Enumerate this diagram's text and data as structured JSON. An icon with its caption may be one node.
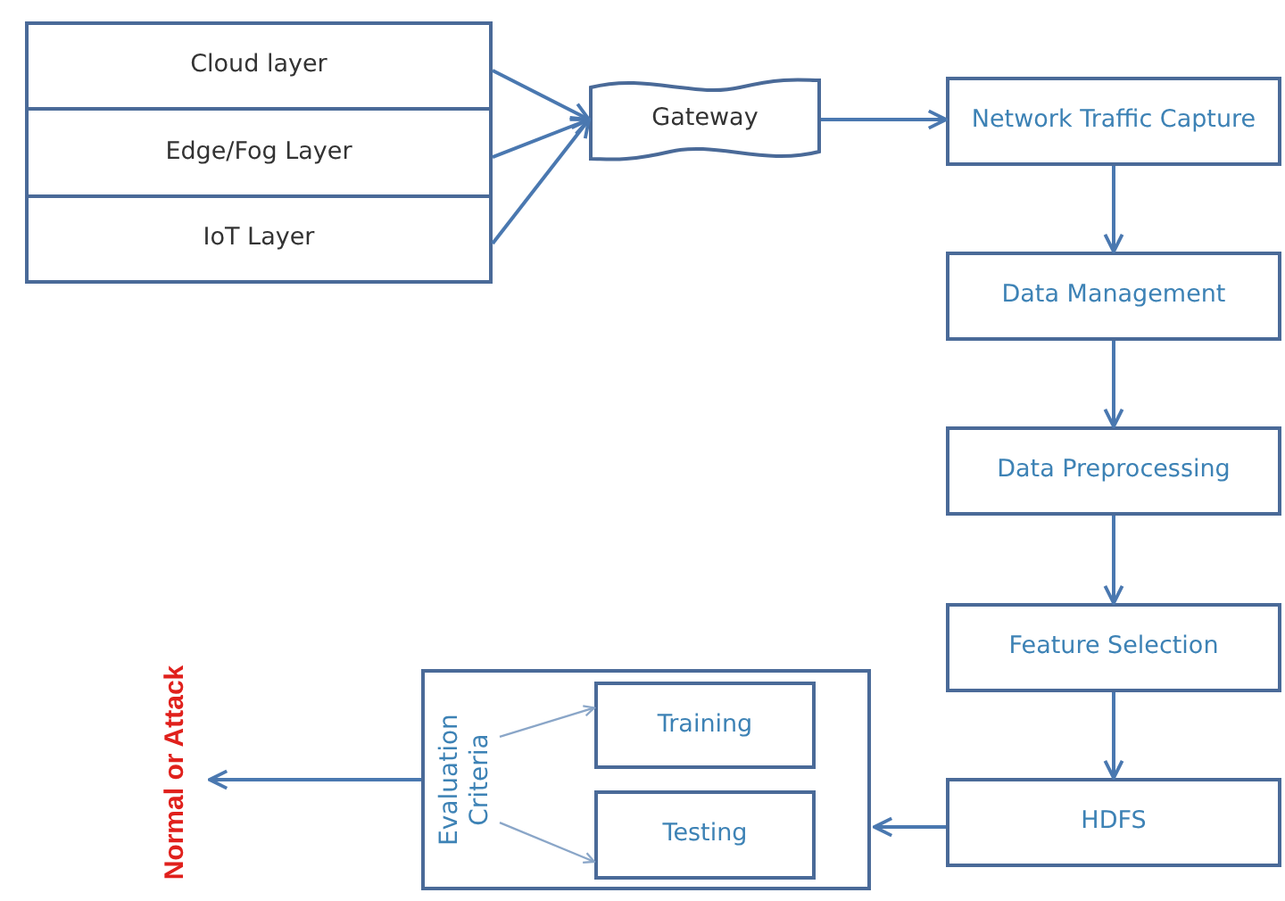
{
  "diagram": {
    "nodes": [
      {
        "text": [
          "Cloud layer"
        ]
      },
      {
        "text": [
          "Edge/Fog Layer"
        ]
      },
      {
        "text": [
          "IoT Layer"
        ]
      },
      {
        "text": [
          "Gateway"
        ]
      },
      {
        "text": [
          "Network Traffic Capture"
        ]
      },
      {
        "text": [
          "Data Management"
        ]
      },
      {
        "text": [
          "Data Preprocessing"
        ]
      },
      {
        "text": [
          "Feature Selection"
        ]
      },
      {
        "text": [
          "HDFS"
        ]
      },
      {
        "text": [],
        "shape": "box"
      },
      {
        "text": [
          "Evaluation Criteria"
        ],
        "in": 9
      },
      {
        "text": [
          "Training"
        ],
        "in": 9
      },
      {
        "text": [
          "Testing"
        ],
        "in": 9
      },
      {
        "text": [
          "Normal or Attack"
        ]
      }
    ],
    "edges": [
      {
        "from": 0,
        "to": 3,
        "arrow": "to"
      },
      {
        "from": 1,
        "to": 3,
        "arrow": "to"
      },
      {
        "from": 2,
        "to": 3,
        "arrow": "to"
      },
      {
        "from": 3,
        "to": 4,
        "arrow": "to"
      },
      {
        "from": 4,
        "to": 5,
        "arrow": "to"
      },
      {
        "from": 5,
        "to": 6,
        "arrow": "to"
      },
      {
        "from": 6,
        "to": 7,
        "arrow": "to"
      },
      {
        "from": 7,
        "to": 8,
        "arrow": "to"
      },
      {
        "from": 8,
        "to": 9,
        "arrow": "to"
      },
      {
        "from": 10,
        "to": 11,
        "arrow": "to",
        "color": "#8aa6c8"
      },
      {
        "from": 10,
        "to": 12,
        "arrow": "to",
        "color": "#8aa6c8"
      },
      {
        "from": 9,
        "to": 13,
        "arrow": "to"
      }
    ]
  }
}
